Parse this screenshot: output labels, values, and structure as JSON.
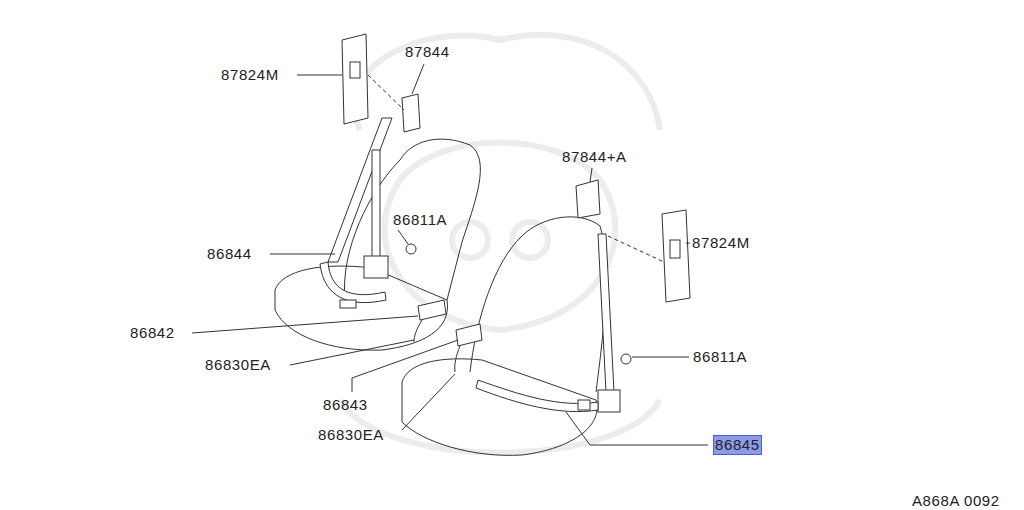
{
  "diagram": {
    "labels": [
      "87824M",
      "87844",
      "86811A",
      "86844",
      "86842",
      "86830EA",
      "86843",
      "86830EA",
      "87844+A",
      "87824M",
      "86811A",
      "86845",
      "A868A 0092"
    ]
  }
}
